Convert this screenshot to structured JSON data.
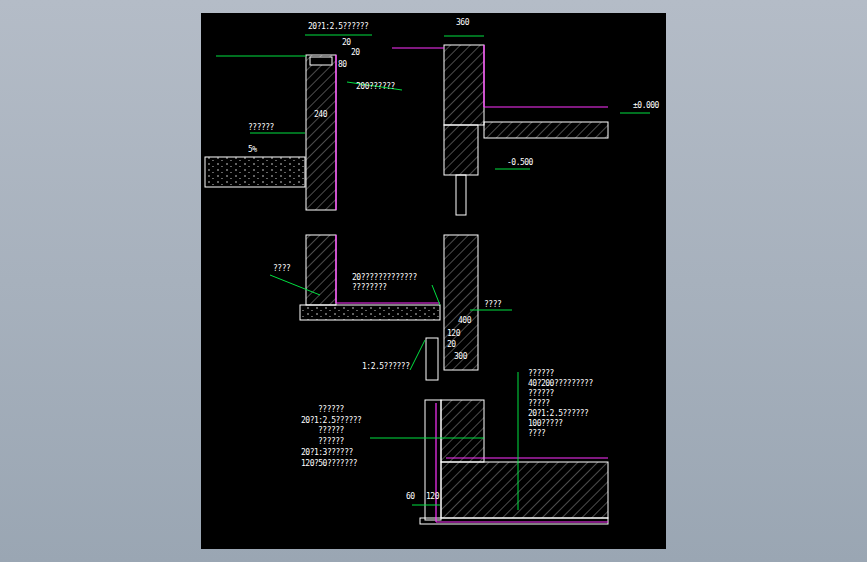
{
  "diagram": {
    "labels": [
      "20?1:2.5??????",
      "20",
      "80",
      "20",
      "200??????",
      "360",
      "240",
      "±0.000",
      "??????",
      "5%",
      "-0.500",
      "????",
      "20?????????????",
      "????????",
      "????",
      "400",
      "120",
      "20",
      "300",
      "1:2.5??????",
      "??????",
      "40?200?????????",
      "??????",
      "?????",
      "20?1:2.5??????",
      "100?????",
      "????",
      "??????",
      "20?1:2.5??????",
      "??????",
      "??????",
      "20?1:3??????",
      "120?50???????",
      "60",
      "120"
    ]
  }
}
